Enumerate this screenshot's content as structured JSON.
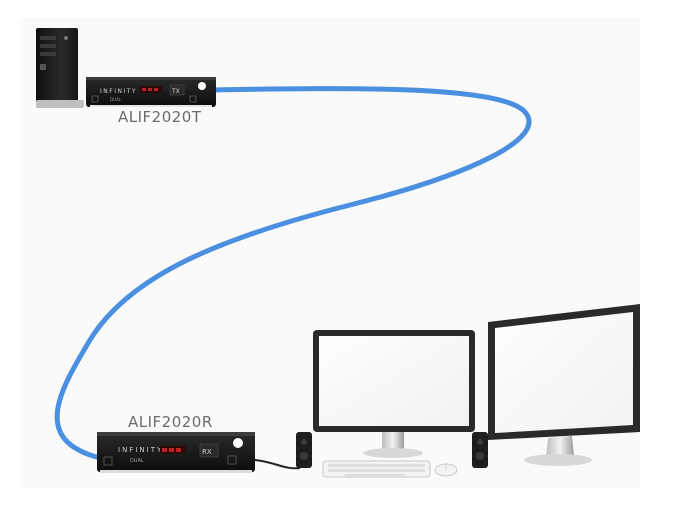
{
  "devices": {
    "transmitter": {
      "model_label": "ALIF2020T",
      "brand": "INFINITY",
      "badge": "DUAL",
      "series": "TX"
    },
    "receiver": {
      "model_label": "ALIF2020R",
      "brand": "INFINITY",
      "badge": "DUAL",
      "series": "RX"
    }
  },
  "colors": {
    "cable": "#4a8fe0",
    "unit_body": "#151515",
    "tower": "#1c1c1c",
    "monitor_frame": "#2a2a2a",
    "display_red": "#c0211e"
  },
  "icons": [
    "pc-tower-icon",
    "kvm-extender-icon",
    "monitor-icon",
    "speaker-icon",
    "keyboard-icon",
    "mouse-icon"
  ]
}
